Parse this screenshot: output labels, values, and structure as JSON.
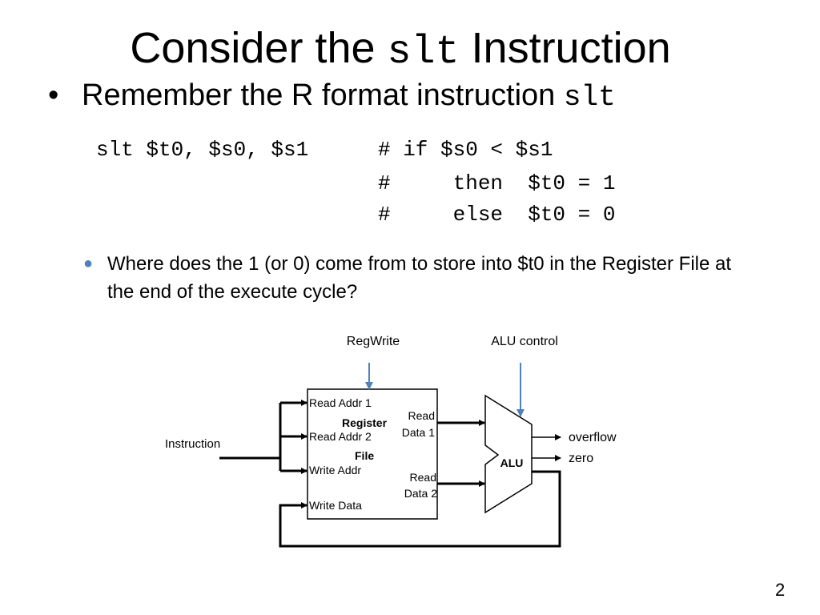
{
  "title": {
    "prefix": "Consider the ",
    "code": "slt",
    "suffix": " Instruction"
  },
  "bullet1": {
    "marker": "•",
    "text": "Remember the R format instruction ",
    "code": "slt"
  },
  "code_lines": [
    {
      "instr": "slt $t0, $s0, $s1",
      "comment": "# if $s0 < $s1"
    },
    {
      "instr": "",
      "comment": "#     then  $t0 = 1"
    },
    {
      "instr": "",
      "comment": "#     else  $t0 = 0"
    }
  ],
  "sub_bullet": {
    "marker": "●",
    "text": "Where does the 1 (or 0) come from to store into $t0 in the Register File at the end of the execute cycle?"
  },
  "diagram": {
    "regwrite": "RegWrite",
    "alu_control": "ALU control",
    "instruction": "Instruction",
    "read_addr1": "Read Addr 1",
    "register": "Register",
    "read_addr2": "Read Addr 2",
    "file": "File",
    "write_addr": "Write Addr",
    "write_data": "Write Data",
    "read": "Read",
    "data1": "Data 1",
    "data2": "Data 2",
    "alu": "ALU",
    "overflow": "overflow",
    "zero": "zero"
  },
  "colors": {
    "arrow_blue": "#4f81bd",
    "bullet_blue": "#4f81bd"
  },
  "page_number": "2"
}
